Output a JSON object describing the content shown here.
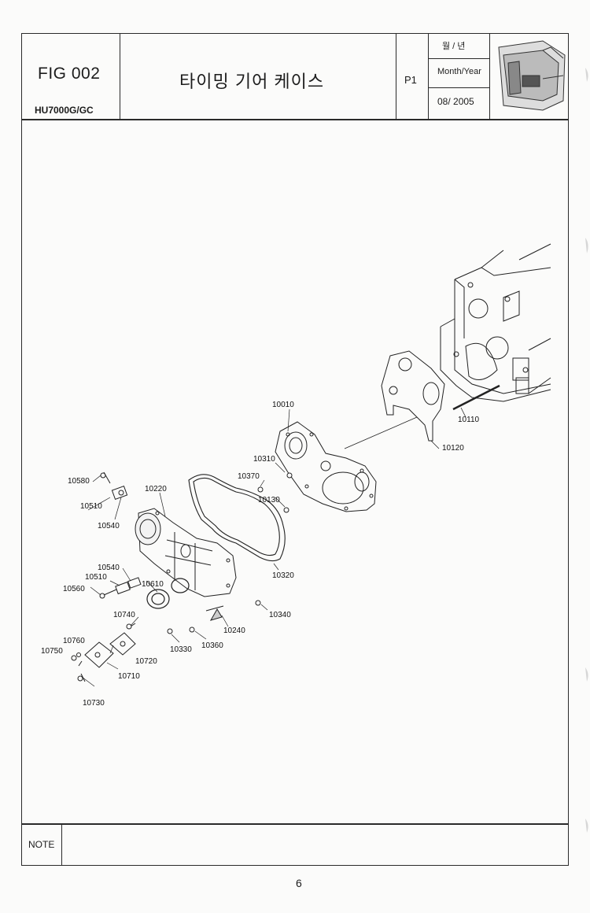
{
  "header": {
    "fig": "FIG 002",
    "model": "HU7000G/GC",
    "title": "타이밍 기어 케이스",
    "page": "P1",
    "month_year_kr": "월 / 년",
    "month_year_en": "Month/Year",
    "date": "08/ 2005"
  },
  "parts": {
    "p10010": "10010",
    "p10110": "10110",
    "p10120": "10120",
    "p10130": "10130",
    "p10220": "10220",
    "p10240": "10240",
    "p10310": "10310",
    "p10320": "10320",
    "p10330": "10330",
    "p10340": "10340",
    "p10360": "10360",
    "p10370": "10370",
    "p10510a": "10510",
    "p10510b": "10510",
    "p10540a": "10540",
    "p10540b": "10540",
    "p10560": "10560",
    "p10580": "10580",
    "p10610": "10610",
    "p10710": "10710",
    "p10720": "10720",
    "p10730": "10730",
    "p10740": "10740",
    "p10750": "10750",
    "p10760": "10760"
  },
  "footer": {
    "note_label": "NOTE",
    "page_number": "6"
  }
}
